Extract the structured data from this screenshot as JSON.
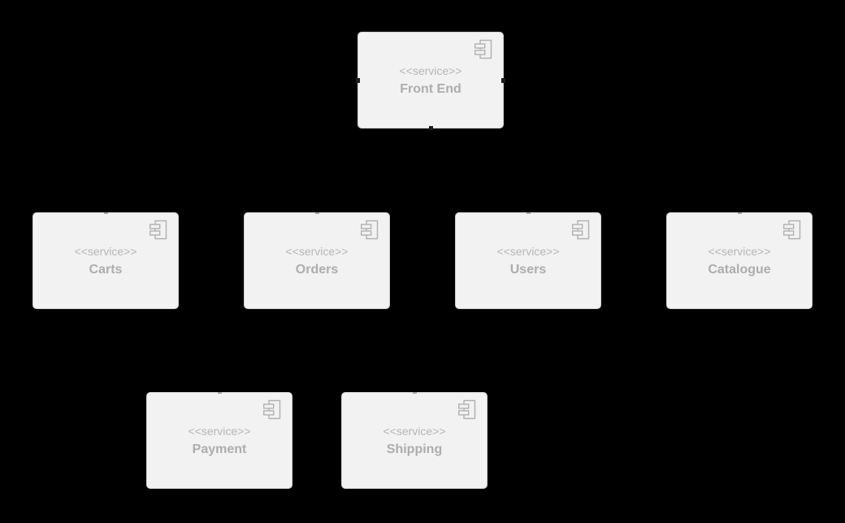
{
  "diagram": {
    "type": "uml-component-diagram",
    "background_color": "#000000",
    "node_fill": "#f2f2f2",
    "node_border": "#cfcfcf",
    "text_color": "#b3b3b3",
    "icon": "uml-component-icon",
    "icon_color": "#b0b0b0"
  },
  "components": [
    {
      "stereotype": "<<service>>",
      "name": "Front End"
    },
    {
      "stereotype": "<<service>>",
      "name": "Carts"
    },
    {
      "stereotype": "<<service>>",
      "name": "Orders"
    },
    {
      "stereotype": "<<service>>",
      "name": "Users"
    },
    {
      "stereotype": "<<service>>",
      "name": "Catalogue"
    },
    {
      "stereotype": "<<service>>",
      "name": "Payment"
    },
    {
      "stereotype": "<<service>>",
      "name": "Shipping"
    }
  ]
}
